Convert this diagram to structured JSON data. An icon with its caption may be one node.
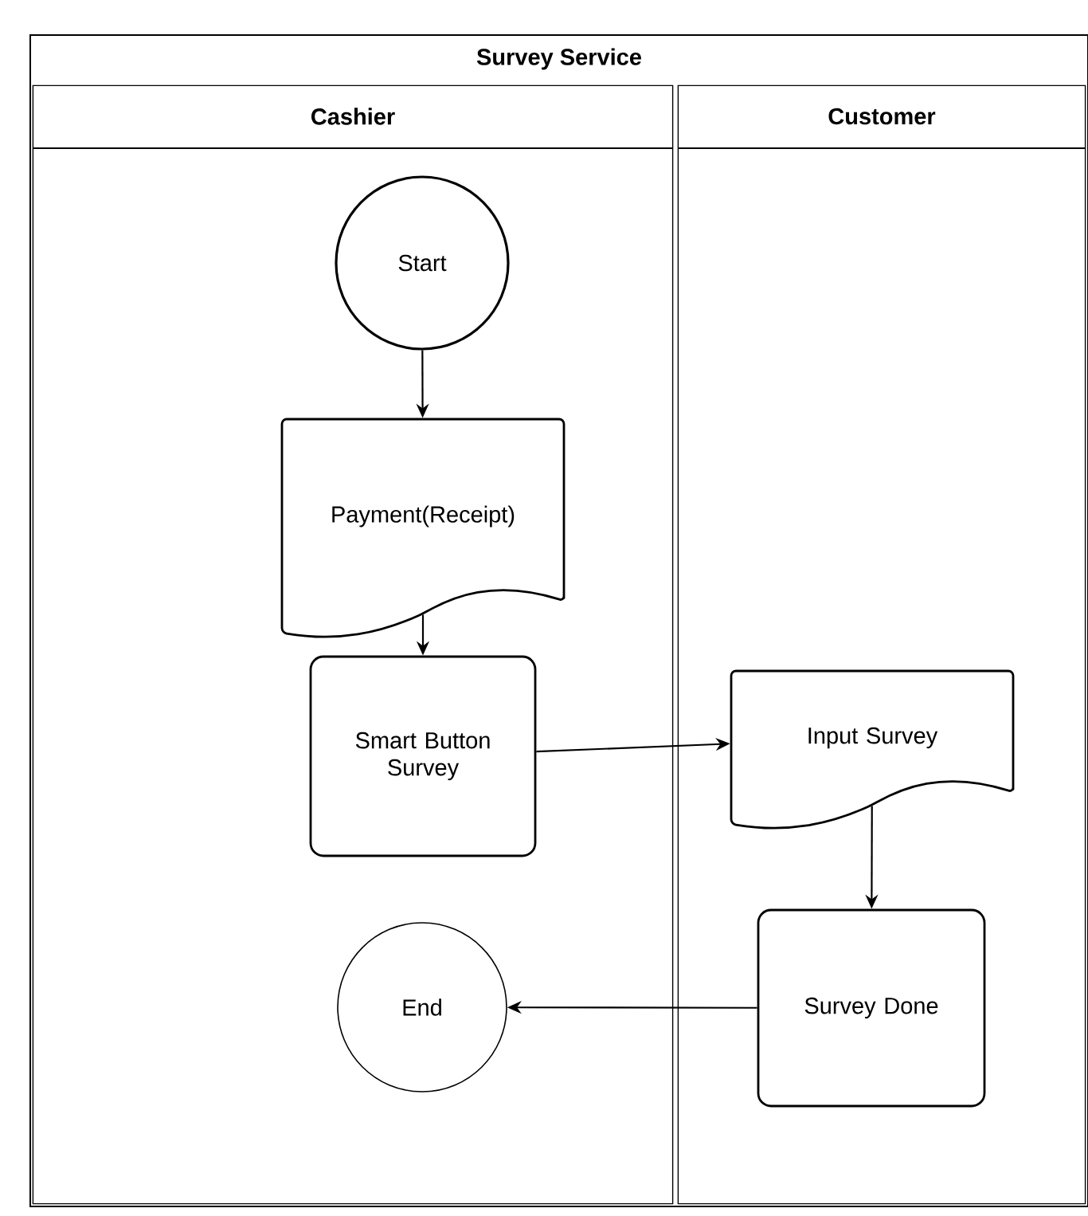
{
  "diagram": {
    "nodes": [
      {
        "text": [
          "Survey Service"
        ]
      },
      {
        "text": [
          "Cashier"
        ],
        "in": 0
      },
      {
        "text": [
          "Customer"
        ],
        "in": 0
      },
      {
        "text": [
          "Start"
        ],
        "in": 1
      },
      {
        "text": [
          "Payment(Receipt)"
        ],
        "in": 1
      },
      {
        "text": [
          "Smart Button Survey"
        ],
        "in": 1
      },
      {
        "text": [
          "End"
        ],
        "in": 1
      },
      {
        "text": [
          "Input Survey"
        ],
        "in": 2
      },
      {
        "text": [
          "Survey Done"
        ],
        "in": 2
      }
    ],
    "edges": [
      {
        "from": 3,
        "to": 4,
        "arrow": "to"
      },
      {
        "from": 4,
        "to": 5,
        "arrow": "to"
      },
      {
        "from": 5,
        "to": 7,
        "arrow": "to"
      },
      {
        "from": 7,
        "to": 8,
        "arrow": "to"
      },
      {
        "from": 8,
        "to": 6,
        "arrow": "to"
      }
    ]
  }
}
